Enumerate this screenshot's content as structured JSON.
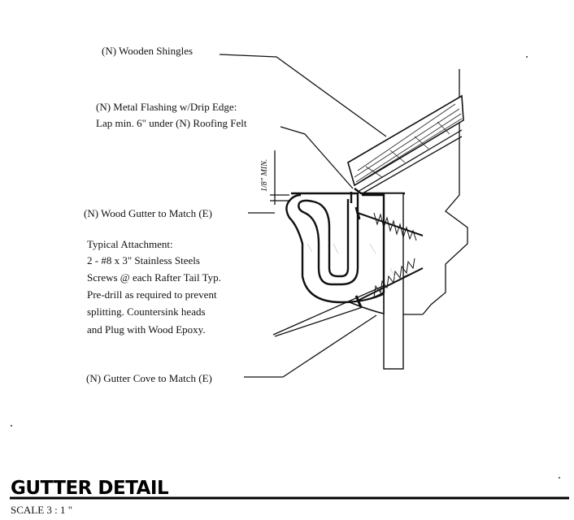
{
  "labels": {
    "shingles": "(N)  Wooden Shingles",
    "flashing_1": "(N) Metal Flashing w/Drip Edge:",
    "flashing_2": "Lap min. 6\" under (N) Roofing Felt",
    "clearance": "1/8\" MIN.",
    "gutter": "(N) Wood Gutter to Match (E)",
    "attach_1": "Typical Attachment:",
    "attach_2": "2 - #8 x 3\" Stainless Steels",
    "attach_3": "Screws @ each Rafter Tail Typ.",
    "attach_4": "Pre-drill as required to prevent",
    "attach_5": "splitting.  Countersink heads",
    "attach_6": "and Plug with Wood Epoxy.",
    "cove": "(N) Gutter Cove to Match (E)"
  },
  "title": "GUTTER DETAIL",
  "scale": "SCALE 3 : 1 \""
}
